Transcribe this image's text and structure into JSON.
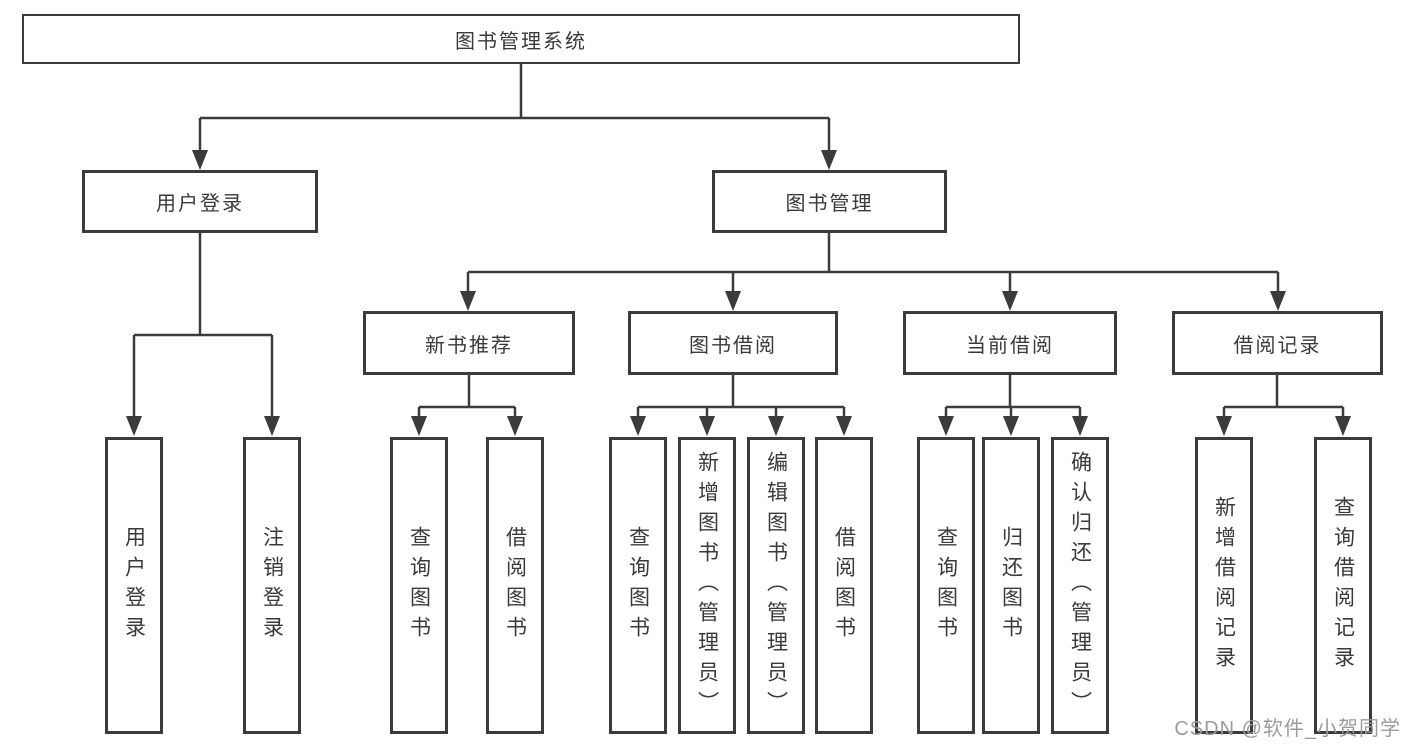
{
  "diagram": {
    "root": {
      "label": "图书管理系统"
    },
    "level2": [
      {
        "label": "用户登录"
      },
      {
        "label": "图书管理"
      }
    ],
    "level3": [
      {
        "label": "新书推荐"
      },
      {
        "label": "图书借阅"
      },
      {
        "label": "当前借阅"
      },
      {
        "label": "借阅记录"
      }
    ],
    "leaves": [
      {
        "parent": "用户登录",
        "label": "用户登录"
      },
      {
        "parent": "用户登录",
        "label": "注销登录"
      },
      {
        "parent": "新书推荐",
        "label": "查询图书"
      },
      {
        "parent": "新书推荐",
        "label": "借阅图书"
      },
      {
        "parent": "图书借阅",
        "label": "查询图书"
      },
      {
        "parent": "图书借阅",
        "label": "新增图书（管理员）"
      },
      {
        "parent": "图书借阅",
        "label": "编辑图书（管理员）"
      },
      {
        "parent": "图书借阅",
        "label": "借阅图书"
      },
      {
        "parent": "当前借阅",
        "label": "查询图书"
      },
      {
        "parent": "当前借阅",
        "label": "归还图书"
      },
      {
        "parent": "当前借阅",
        "label": "确认归还（管理员）"
      },
      {
        "parent": "借阅记录",
        "label": "新增借阅记录"
      },
      {
        "parent": "借阅记录",
        "label": "查询借阅记录"
      }
    ],
    "colors": {
      "line": "#3b3b3b",
      "text": "#3a3a3a",
      "background": "#ffffff",
      "watermark": "#9b9b9b"
    }
  },
  "watermark": {
    "text": "CSDN @软件_小贺同学"
  }
}
